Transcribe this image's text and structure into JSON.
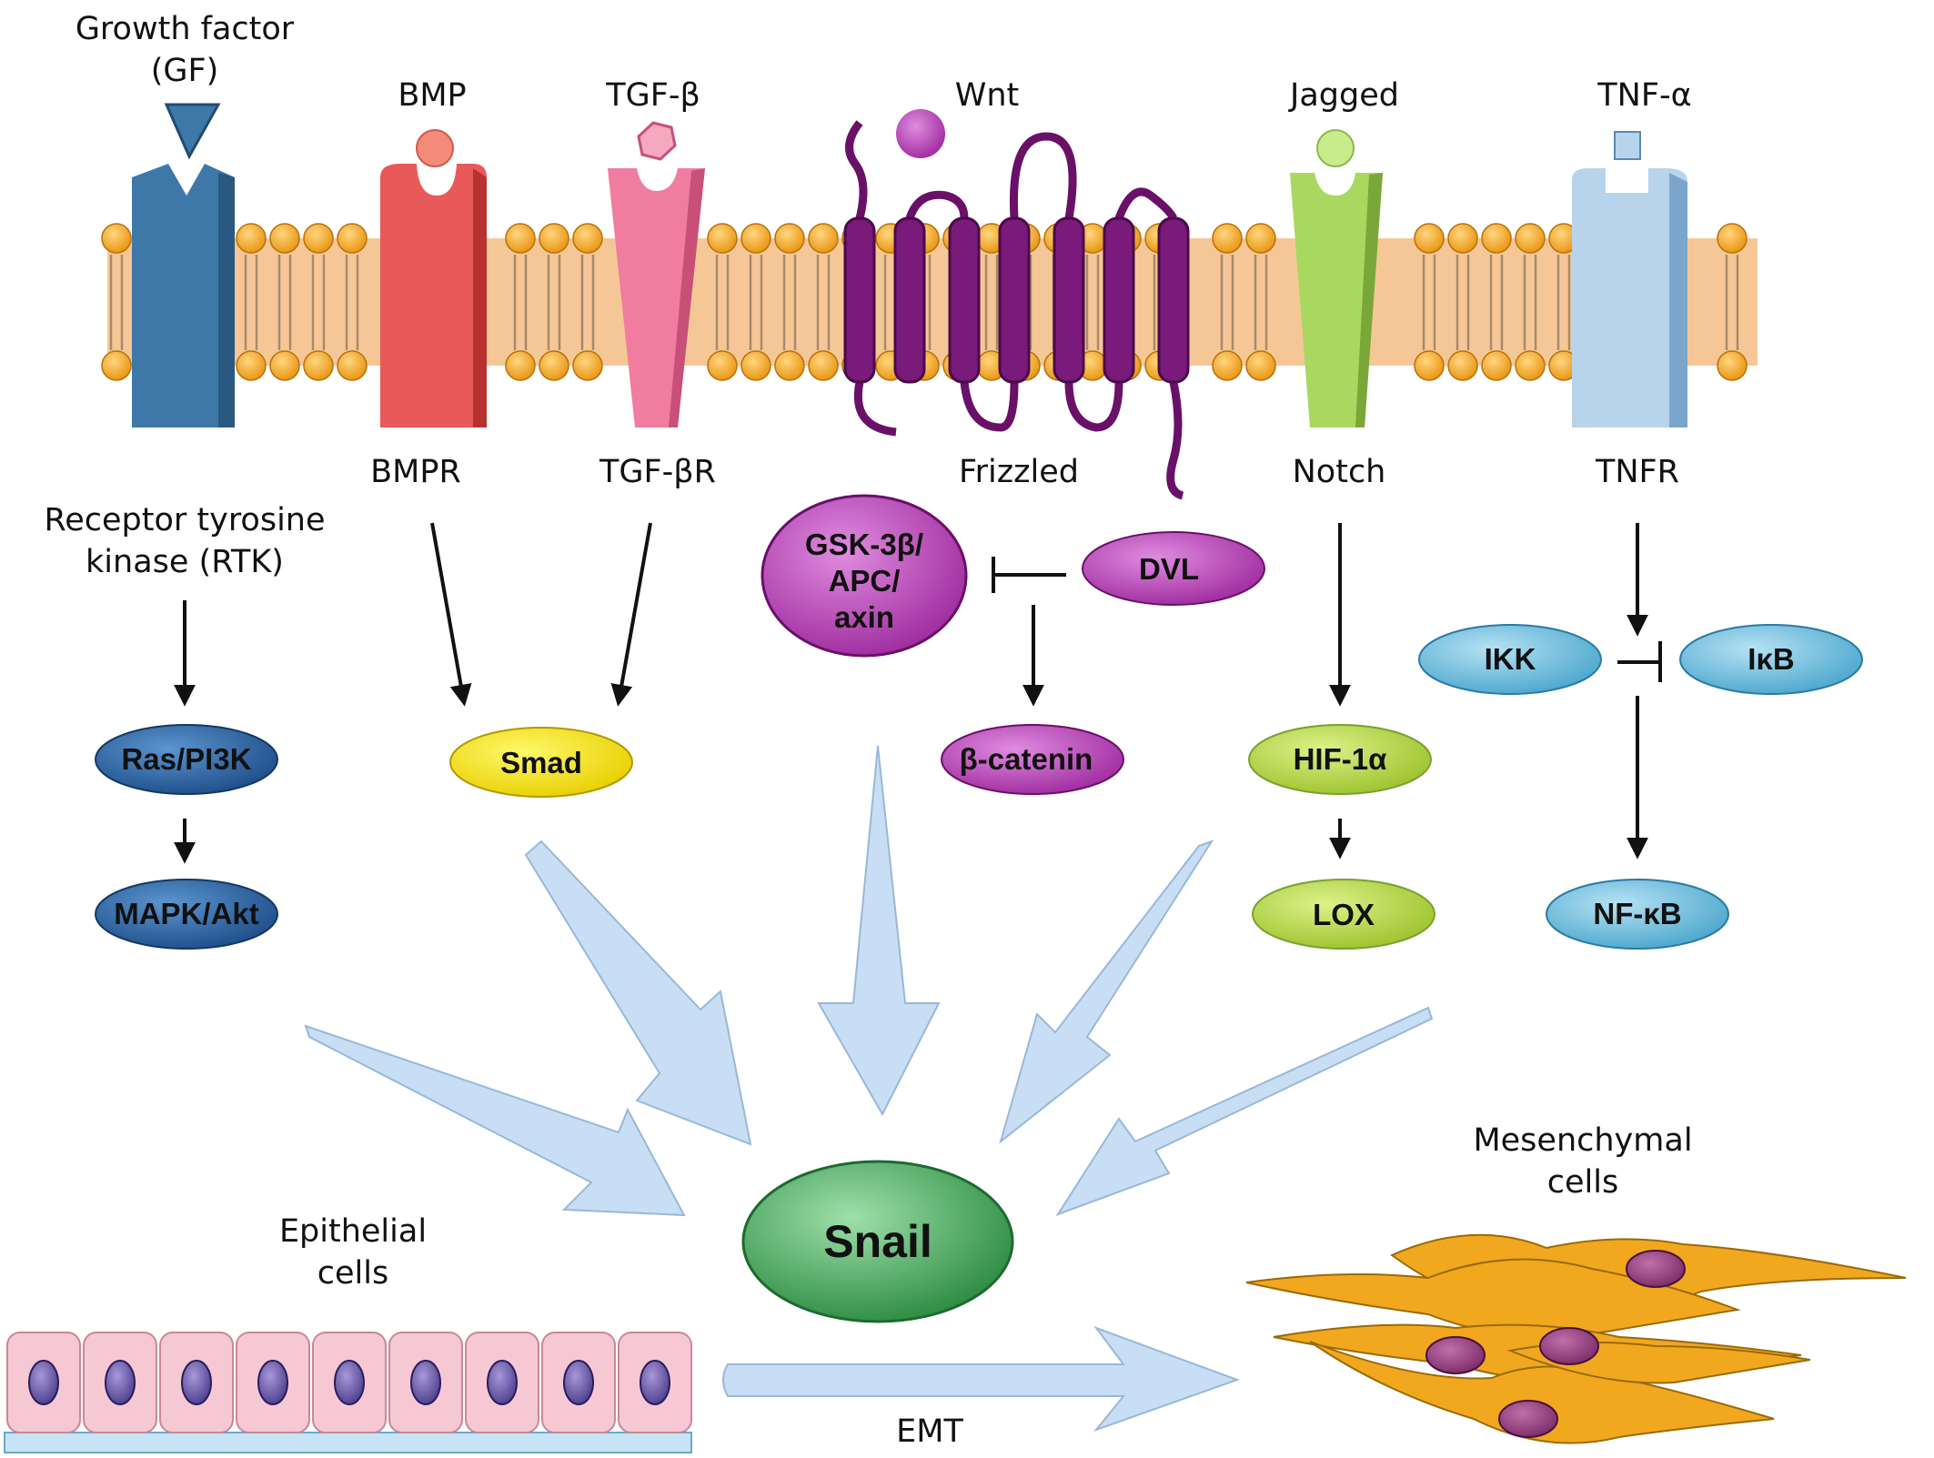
{
  "ligands": {
    "gf": "Growth factor\n(GF)",
    "bmp": "BMP",
    "tgfb": "TGF-β",
    "wnt": "Wnt",
    "jagged": "Jagged",
    "tnfa": "TNF-α"
  },
  "receptors": {
    "bmpr": "BMPR",
    "tgfbr": "TGF-βR",
    "frizzled": "Frizzled",
    "notch": "Notch",
    "tnfr": "TNFR",
    "rtk": "Receptor tyrosine\nkinase (RTK)"
  },
  "nodes": {
    "ras": "Ras/PI3K",
    "mapk": "MAPK/Akt",
    "smad": "Smad",
    "gsk": "GSK-3β/\nAPC/\naxin",
    "dvl": "DVL",
    "catenin": "β-catenin",
    "hif": "HIF-1α",
    "lox": "LOX",
    "ikk": "IKK",
    "ikb": "IκB",
    "nfkb": "NF-κB",
    "snail": "Snail"
  },
  "cells": {
    "epithelial": "Epithelial\ncells",
    "mesenchymal": "Mesenchymal\ncells",
    "emt": "EMT"
  },
  "colors": {
    "membrane": "#f6c796",
    "lipid_head": "#f0a020",
    "rtk": "#3d78a8",
    "bmpr": "#e85a5a",
    "tgfbr": "#f07ca0",
    "frizzled": "#7a1a7a",
    "notch": "#a8d860",
    "tnfr": "#b8d4ea",
    "big_arrow": "#c8def4",
    "snail": "#3a9a50",
    "mesenchymal": "#f2a81e"
  }
}
